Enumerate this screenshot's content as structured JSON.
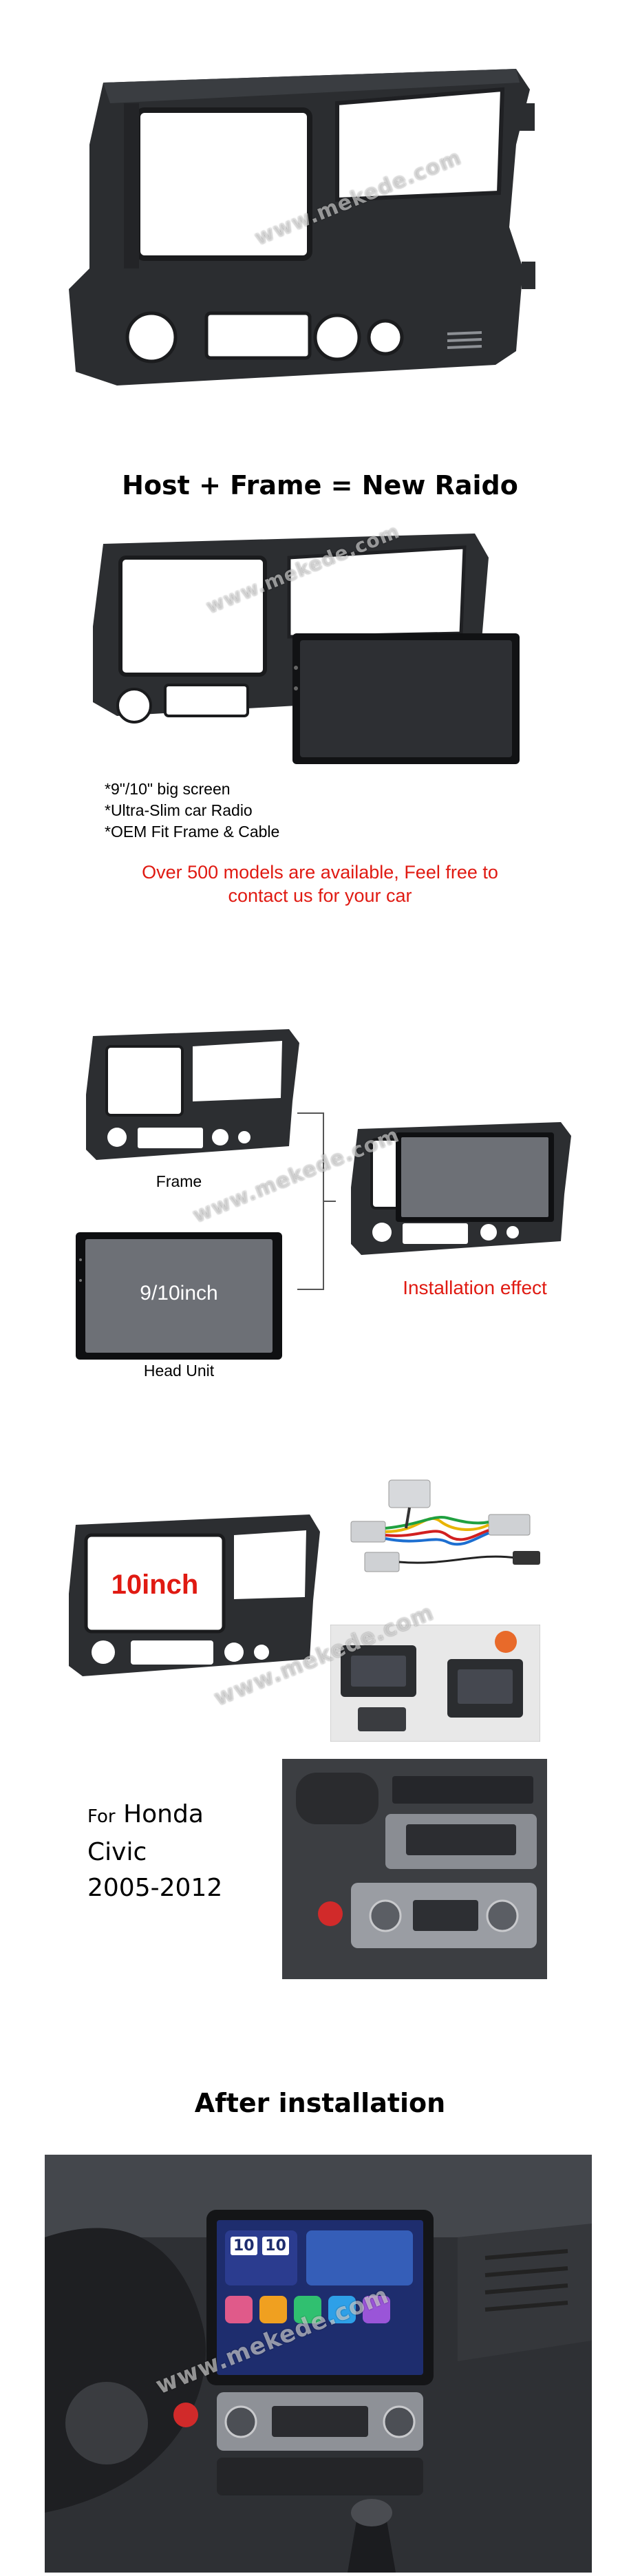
{
  "watermark": "www.mekede.com",
  "section_host": {
    "heading": "Host + Frame = New Raido",
    "features": [
      "*9\"/10\" big screen",
      "*Ultra-Slim car Radio",
      "*OEM Fit Frame & Cable"
    ],
    "note_line1": "Over 500 models are available,  Feel free to",
    "note_line2": "contact us for your car"
  },
  "section_combo": {
    "frame_label": "Frame",
    "screen_label": "9/10inch",
    "head_unit_label": "Head Unit",
    "effect_label": "Installation effect"
  },
  "section_kit": {
    "screen_label": "10inch"
  },
  "section_model": {
    "prefix": "For",
    "brand": "Honda",
    "model": "Civic",
    "years": "2005-2012"
  },
  "section_after": {
    "heading": "After installation",
    "clock_h": "10",
    "clock_m": "10"
  },
  "colors": {
    "frame": "#2b2d30",
    "accent_red": "#e01a12"
  }
}
